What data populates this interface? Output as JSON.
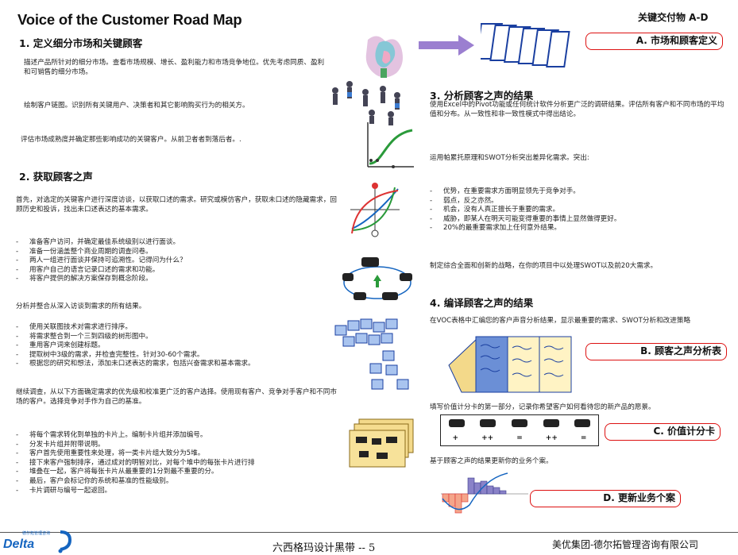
{
  "header": {
    "title": "Voice of the Customer Road Map",
    "deliverables": "关键交付物 A-D"
  },
  "s1": {
    "heading": "1. 定义细分市场和关键顾客",
    "p1": "描述产品所针对的细分市场。查看市场规模、增长、盈利能力和市场竞争地位。优先考虑同质、盈利和可销售的细分市场。",
    "p2": "绘制客户链图。识别所有关键用户、决策者和其它影响购买行为的相关方。",
    "p3": "评估市场成熟度并确定那些影响成功的关键客户。从前卫者者到落后者。."
  },
  "s2": {
    "heading": "2. 获取顾客之声",
    "p1": "首先，对选定的关键客户进行深度访谈，以获取口述的需求。研究或模仿客户，获取未口述的隐藏需求，回顾历史和投诉，找出未口述表达的基本需求。",
    "list1": [
      "准备客户访问，并确定最佳系统级别以进行面谈。",
      "准备一份涵盖整个商业周期的调查问卷。",
      "两人一组进行面谈并保持可追溯性。记得问为什么？",
      "用客户自己的语言记录口述的需求和功能。",
      "将客户提供的解决方案保存到概念阶段。"
    ],
    "p2": "分析并整合从深入访谈到需求的所有结果。",
    "list2": [
      "使用关联图技术对需求进行排序。",
      "将需求整合到一个三到四级的树形图中。",
      "重用客户词来创建标题。",
      "提取树中3级的需求，并检查完整性。针对30-60个需求。",
      "根据您的研究和想法，添加未口述表达的需求，包括兴奋需求和基本需求。"
    ],
    "p3": "继续调查，从以下方面确定需求的优先级和校准更广泛的客户选择。使用现有客户、竞争对手客户和不同市场的客户。选择竞争对手作为自己的基准。",
    "list3": [
      "将每个需求转化到单独的卡片上。编制卡片组并添加编号。",
      "分发卡片组并附带说明。",
      "客户首先使用重要性来处理，将一类卡片组大致分为5堆。",
      "接下来客户强制排序，通过成对的明智对比，对每个堆中的每张卡片进行排",
      "堆叠在一起，客户将每张卡片从最重要的1分到最不重要的分。",
      "最后，客户会标记你的系统和基准的性能级别。",
      "卡片调研与编号一起返回。"
    ]
  },
  "s3": {
    "heading": "3. 分析顾客之声的结果",
    "p1": "使用Excel中的Pivot功能或任何统计软件分析更广泛的调研结果。评估所有客户和不同市场的平均值和分布。从一致性和非一致性模式中得出结论。",
    "p2": "运用帕累托原理和SWOT分析突出差异化需求。突出:",
    "list": [
      "优势，在重要需求方面明显领先于竞争对手。",
      "弱点，反之亦然。",
      "机会，没有人真正擅长于重要的需求。",
      "威胁，即某人在明天可能变得重要的事情上显然做得更好。",
      "20%的最重要需求加上任何意外结果。"
    ],
    "p3": "制定综合全面和创新的战略，在你的项目中以处理SWOT以及前20大需求。"
  },
  "s4": {
    "heading": "4. 编译顾客之声的结果",
    "p1": "在VOC表格中汇编您的客户声音分析结果，显示最重要的需求、SWOT分析和改进策略",
    "p2": "填写价值计分卡的第一部分，记录你希望客户如何看待您的新产品的愿景。",
    "p3": "基于顾客之声的结果更新你的业务个案。",
    "scorecard": [
      "+",
      "++",
      "=",
      "++",
      "="
    ]
  },
  "deliverables": {
    "a": "A. 市场和顾客定义",
    "b": "B. 顾客之声分析表",
    "c": "C. 价值计分卡",
    "d": "D. 更新业务个案"
  },
  "footer": {
    "center": "六西格玛设计黑带 -- 5",
    "right": "美优集团-德尔拓管理咨询有限公司",
    "logo": "Delta",
    "logo_small": "德尔拓管理咨询"
  },
  "colors": {
    "accent_red": "#dd1111",
    "arrow": "#9b7fd0",
    "logo_blue": "#1565c0"
  }
}
